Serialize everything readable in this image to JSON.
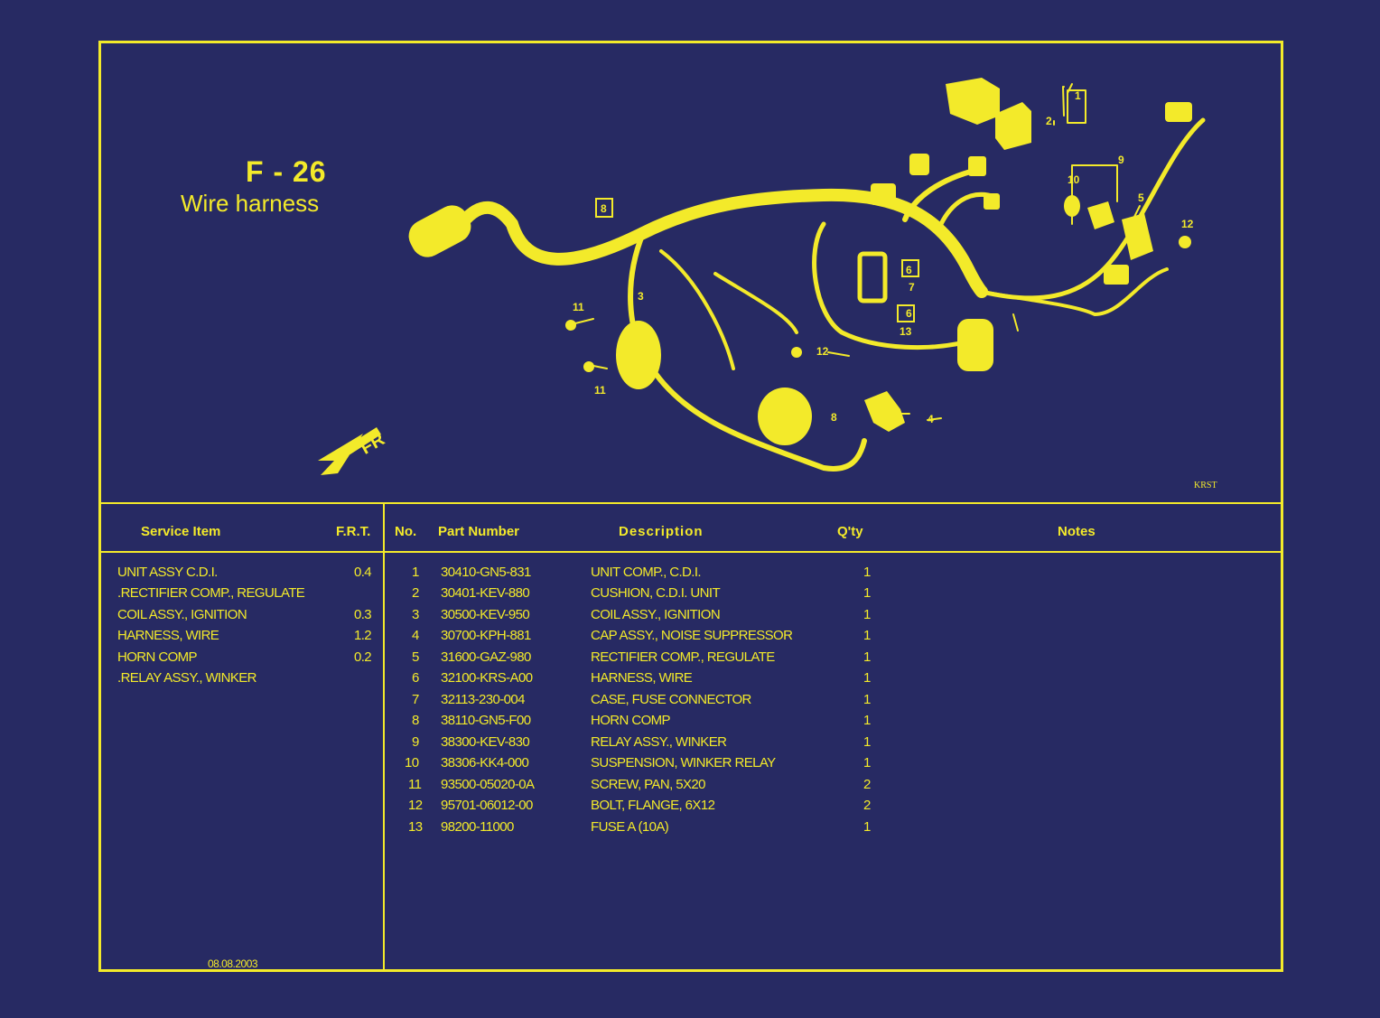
{
  "header": {
    "code": "F - 26",
    "title": "Wire harness",
    "watermark": "KRST",
    "arrow_label": "FR"
  },
  "callouts": [
    "1",
    "2",
    "3",
    "4",
    "5",
    "6",
    "7",
    "8",
    "9",
    "10",
    "11",
    "11",
    "12",
    "12",
    "13",
    "8",
    "6"
  ],
  "columns": {
    "service_item": "Service Item",
    "frt": "F.R.T.",
    "no": "No.",
    "part_number": "Part Number",
    "description": "Description",
    "qty": "Q'ty",
    "notes": "Notes"
  },
  "service_items": [
    {
      "name": "UNIT ASSY C.D.I.",
      "frt": "0.4"
    },
    {
      "name": ".RECTIFIER COMP., REGULATE",
      "frt": ""
    },
    {
      "name": "COIL ASSY., IGNITION",
      "frt": "0.3"
    },
    {
      "name": "HARNESS, WIRE",
      "frt": "1.2"
    },
    {
      "name": "HORN COMP",
      "frt": "0.2"
    },
    {
      "name": ".RELAY ASSY., WINKER",
      "frt": ""
    }
  ],
  "parts": [
    {
      "no": "1",
      "part": "30410-GN5-831",
      "desc": "UNIT COMP., C.D.I.",
      "qty": "1"
    },
    {
      "no": "2",
      "part": "30401-KEV-880",
      "desc": "CUSHION, C.D.I. UNIT",
      "qty": "1"
    },
    {
      "no": "3",
      "part": "30500-KEV-950",
      "desc": "COIL ASSY., IGNITION",
      "qty": "1"
    },
    {
      "no": "4",
      "part": "30700-KPH-881",
      "desc": "CAP ASSY., NOISE SUPPRESSOR",
      "qty": "1"
    },
    {
      "no": "5",
      "part": "31600-GAZ-980",
      "desc": "RECTIFIER COMP., REGULATE",
      "qty": "1"
    },
    {
      "no": "6",
      "part": "32100-KRS-A00",
      "desc": "HARNESS, WIRE",
      "qty": "1"
    },
    {
      "no": "7",
      "part": "32113-230-004",
      "desc": "CASE, FUSE CONNECTOR",
      "qty": "1"
    },
    {
      "no": "8",
      "part": "38110-GN5-F00",
      "desc": "HORN COMP",
      "qty": "1"
    },
    {
      "no": "9",
      "part": "38300-KEV-830",
      "desc": "RELAY ASSY., WINKER",
      "qty": "1"
    },
    {
      "no": "10",
      "part": "38306-KK4-000",
      "desc": "SUSPENSION, WINKER RELAY",
      "qty": "1"
    },
    {
      "no": "11",
      "part": "93500-05020-0A",
      "desc": "SCREW, PAN, 5X20",
      "qty": "2"
    },
    {
      "no": "12",
      "part": "95701-06012-00",
      "desc": "BOLT, FLANGE, 6X12",
      "qty": "2"
    },
    {
      "no": "13",
      "part": "98200-11000",
      "desc": "FUSE A (10A)",
      "qty": "1"
    }
  ],
  "footer": {
    "date": "08.08.2003"
  },
  "colors": {
    "background": "#272a63",
    "ink": "#f3ea2a"
  }
}
